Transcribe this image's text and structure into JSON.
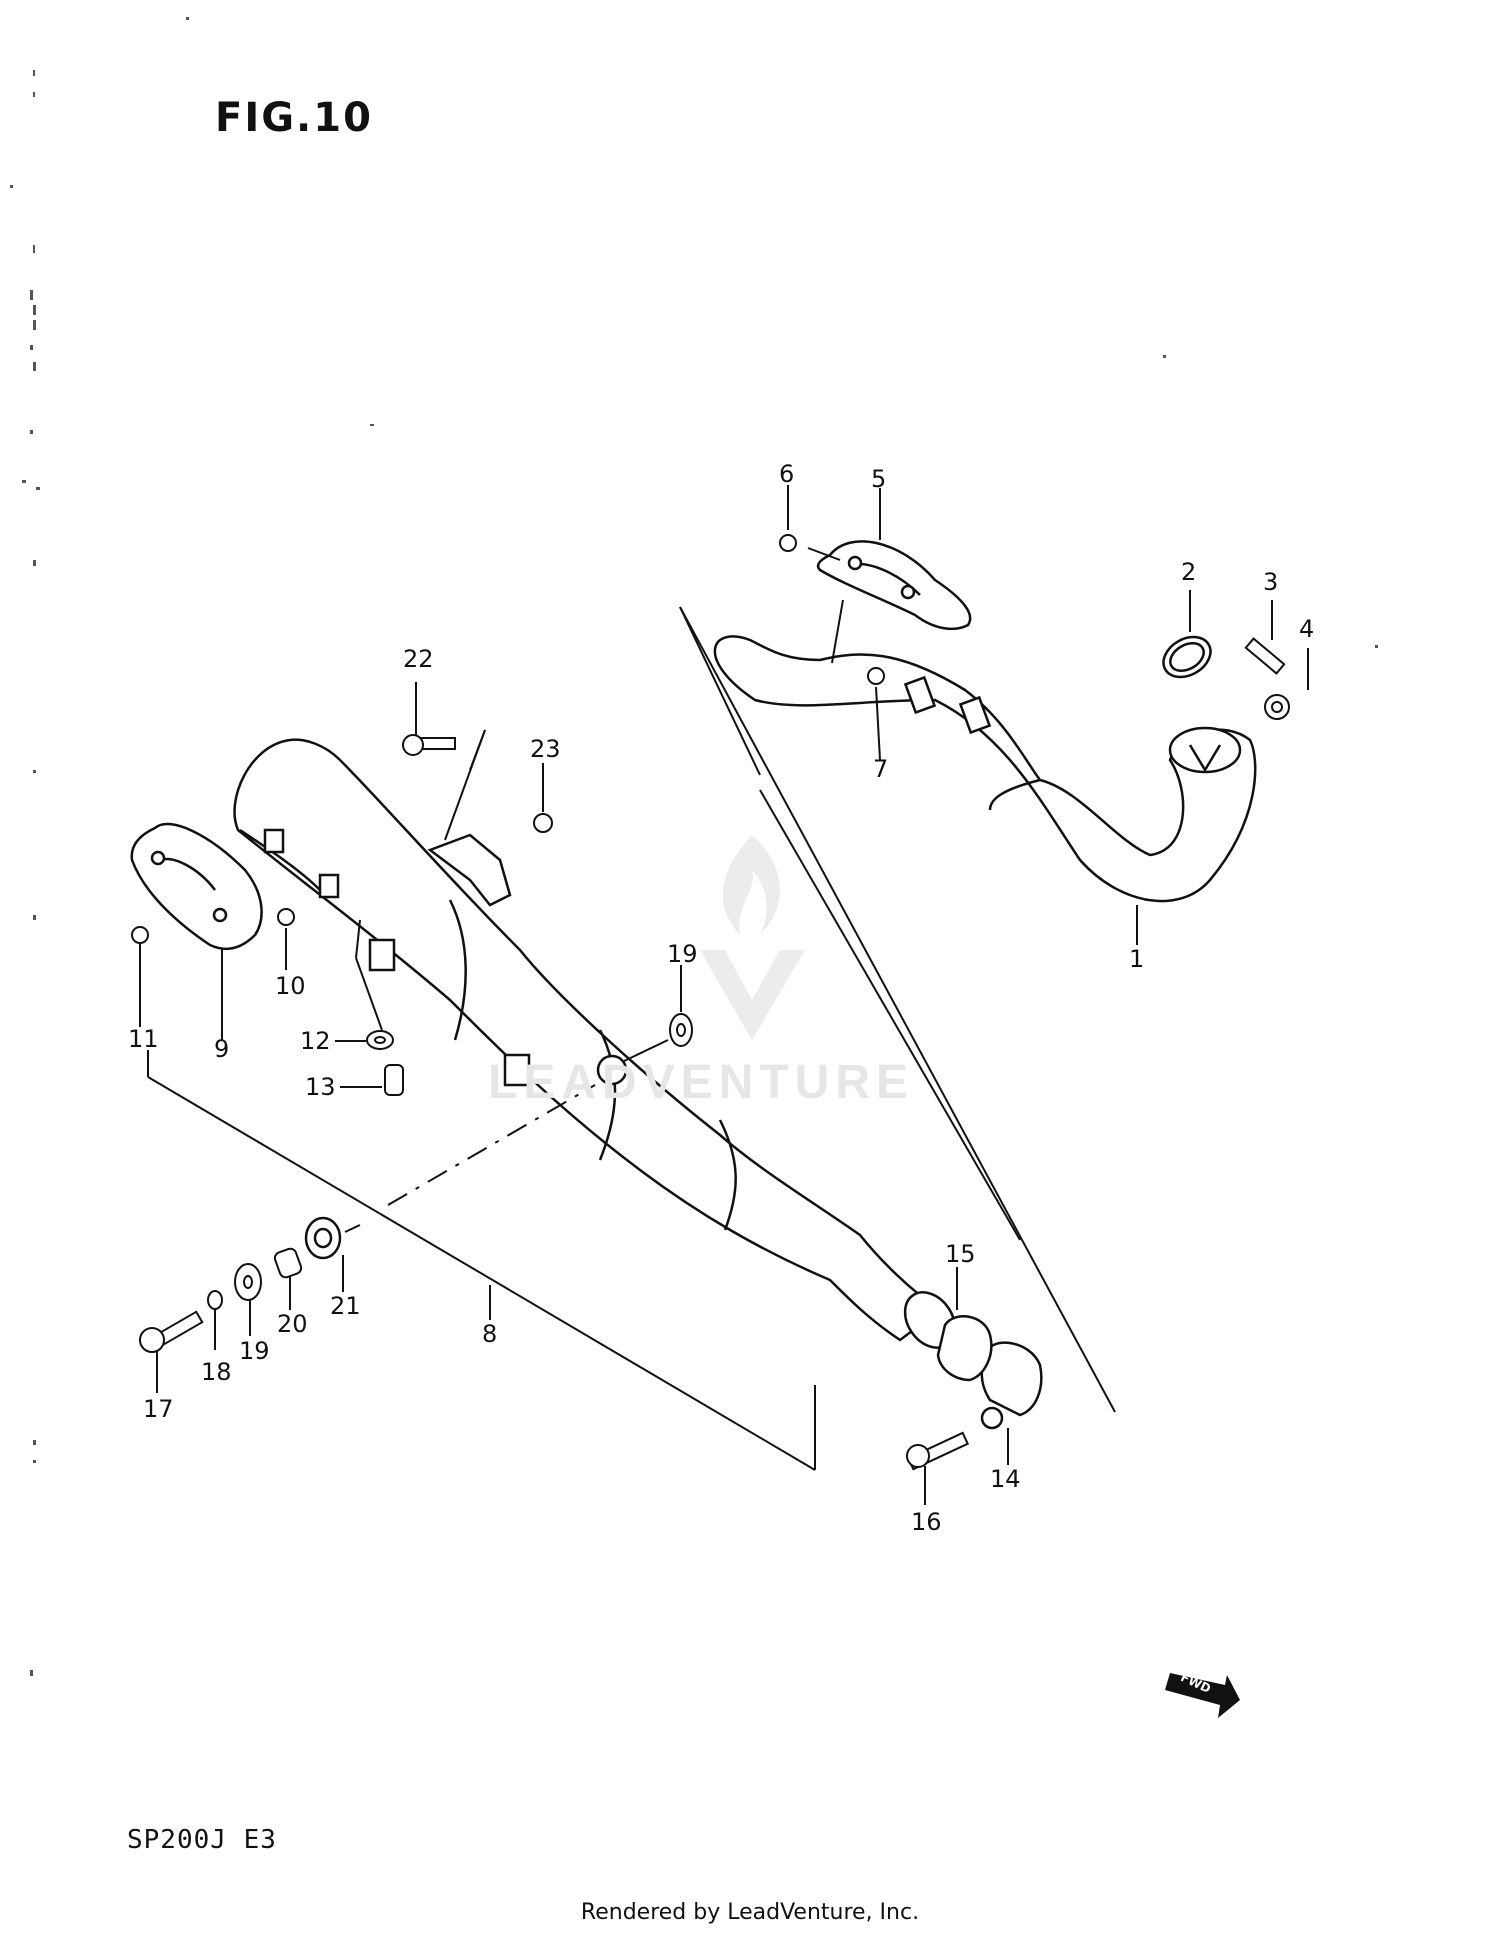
{
  "figure": {
    "title": "FIG.10",
    "model_code": "SP200J  E3",
    "credit": "Rendered by LeadVenture, Inc.",
    "watermark": "LEADVENTURE",
    "fwd_badge": "FWD"
  },
  "callouts": [
    "1",
    "2",
    "3",
    "4",
    "5",
    "6",
    "7",
    "8",
    "9",
    "10",
    "11",
    "12",
    "13",
    "14",
    "15",
    "16",
    "17",
    "18",
    "19",
    "19",
    "20",
    "21",
    "22",
    "23"
  ],
  "parts": [
    {
      "ref": "1",
      "item": "exhaust-pipe"
    },
    {
      "ref": "2",
      "item": "pipe-gasket"
    },
    {
      "ref": "3",
      "item": "stud"
    },
    {
      "ref": "4",
      "item": "nut"
    },
    {
      "ref": "5",
      "item": "pipe-heat-protector"
    },
    {
      "ref": "6",
      "item": "protector-screw"
    },
    {
      "ref": "7",
      "item": "protector-nut"
    },
    {
      "ref": "8",
      "item": "muffler"
    },
    {
      "ref": "9",
      "item": "muffler-heat-protector"
    },
    {
      "ref": "10",
      "item": "protector-nut"
    },
    {
      "ref": "11",
      "item": "protector-screw"
    },
    {
      "ref": "12",
      "item": "washer"
    },
    {
      "ref": "13",
      "item": "bolt"
    },
    {
      "ref": "14",
      "item": "clamp"
    },
    {
      "ref": "15",
      "item": "connector"
    },
    {
      "ref": "16",
      "item": "clamp-bolt"
    },
    {
      "ref": "17",
      "item": "mount-bolt"
    },
    {
      "ref": "18",
      "item": "lock-washer"
    },
    {
      "ref": "19",
      "item": "washer"
    },
    {
      "ref": "20",
      "item": "spacer"
    },
    {
      "ref": "21",
      "item": "cushion"
    },
    {
      "ref": "22",
      "item": "bolt"
    },
    {
      "ref": "23",
      "item": "nut"
    }
  ]
}
